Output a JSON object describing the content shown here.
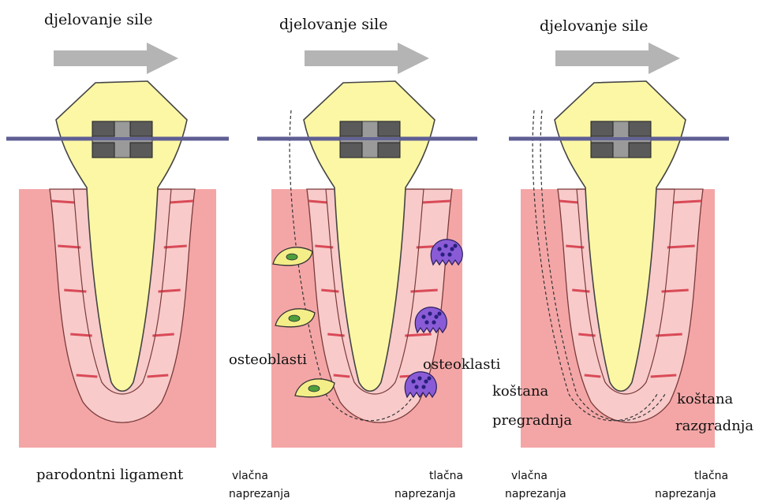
{
  "colors": {
    "bone": "#F4A6A6",
    "ligament": "#F8CACA",
    "fiber": "#D94A57",
    "tooth": "#FBF7A4",
    "tooth_stroke": "#444444",
    "arrow": "#B4B4B4",
    "wire": "#5E5E94",
    "bracket": "#5A5A5A",
    "bracket_center": "#9A9A9A",
    "osteoblast": "#F4EE88",
    "osteoblast_nucleus": "#4F9E3B",
    "osteoclast": "#8A5BD6",
    "osteoclast_dot": "#2A1F7E"
  },
  "panels": [
    {
      "title": "djelovanje sile",
      "bottom_label": "parodontni ligament"
    },
    {
      "title": "djelovanje sile",
      "cell_left_label": "osteoblasti",
      "cell_right_label": "osteoklasti",
      "bottom_left": [
        "vlačna",
        "naprezanja"
      ],
      "bottom_right": [
        "tlačna",
        "naprezanja"
      ]
    },
    {
      "title": "djelovanje sile",
      "side_left": [
        "koštana",
        "pregradnja"
      ],
      "side_right": [
        "koštana",
        "razgradnja"
      ],
      "bottom_left": [
        "vlačna",
        "naprezanja"
      ],
      "bottom_right": [
        "tlačna",
        "naprezanja"
      ]
    }
  ]
}
